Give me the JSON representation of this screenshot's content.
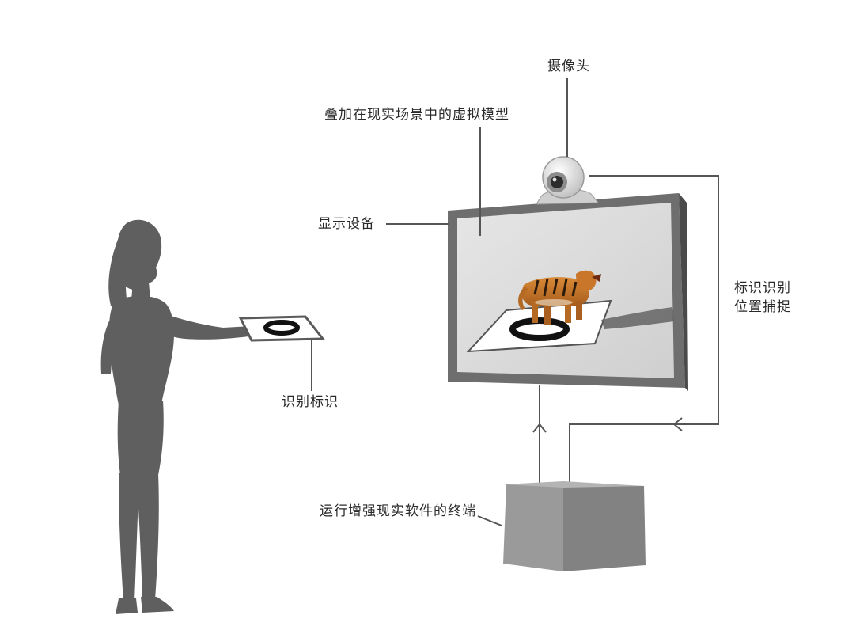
{
  "labels": {
    "camera": "摄像头",
    "virtual_model": "叠加在现实场景中的虚拟模型",
    "display": "显示设备",
    "marker_capture_line1": "标识识别",
    "marker_capture_line2": "位置捕捉",
    "marker": "识别标识",
    "terminal": "运行增强现实软件的终端"
  },
  "colors": {
    "background": "#ffffff",
    "silhouette": "#5f5f5f",
    "line": "#555555",
    "monitor_frame": "#6e6e6e",
    "screen": "#dcdcdc",
    "box_front": "#9a9a9a",
    "box_side": "#828282",
    "box_top": "#b4b4b4",
    "tiger": "#c9762a"
  },
  "icons": {
    "person": "person-silhouette-icon",
    "camera": "webcam-icon",
    "model": "tiger-model-icon",
    "marker": "marker-card-icon",
    "terminal": "terminal-box-icon"
  }
}
